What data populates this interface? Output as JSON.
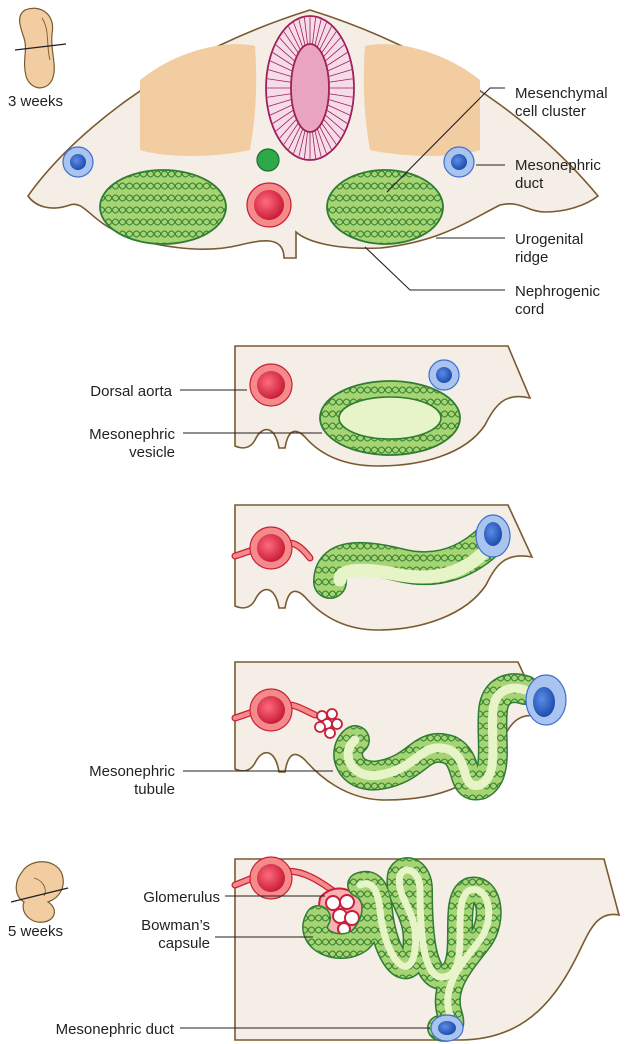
{
  "stage_labels": {
    "week3": "3 weeks",
    "week5": "5 weeks"
  },
  "labels": {
    "mesenchymal_cell_cluster": [
      "Mesenchymal",
      "cell cluster"
    ],
    "mesonephric_duct_top": [
      "Mesonephric",
      "duct"
    ],
    "urogenital_ridge": [
      "Urogenital",
      "ridge"
    ],
    "nephrogenic_cord": [
      "Nephrogenic",
      "cord"
    ],
    "dorsal_aorta": "Dorsal aorta",
    "mesonephric_vesicle": [
      "Mesonephric",
      "vesicle"
    ],
    "mesonephric_tubule": [
      "Mesonephric",
      "tubule"
    ],
    "glomerulus": "Glomerulus",
    "bowmans_capsule": [
      "Bowman’s",
      "capsule"
    ],
    "mesonephric_duct_bottom": "Mesonephric duct"
  },
  "colors": {
    "tissue": "#f4eee6",
    "tissue_outline": "#7a5a30",
    "somite": "#f2cda2",
    "neural_tube": "#f6dbe8",
    "neural_tube_outline": "#a0205a",
    "notochord": "#2fa84a",
    "aorta": "#e8415a",
    "aorta_light": "#f58a8a",
    "duct": "#3e6fd0",
    "duct_light": "#a9c4ee",
    "nephric_green": "#a6d472",
    "nephric_outline": "#2e7d32",
    "leader_line": "#231f20"
  }
}
